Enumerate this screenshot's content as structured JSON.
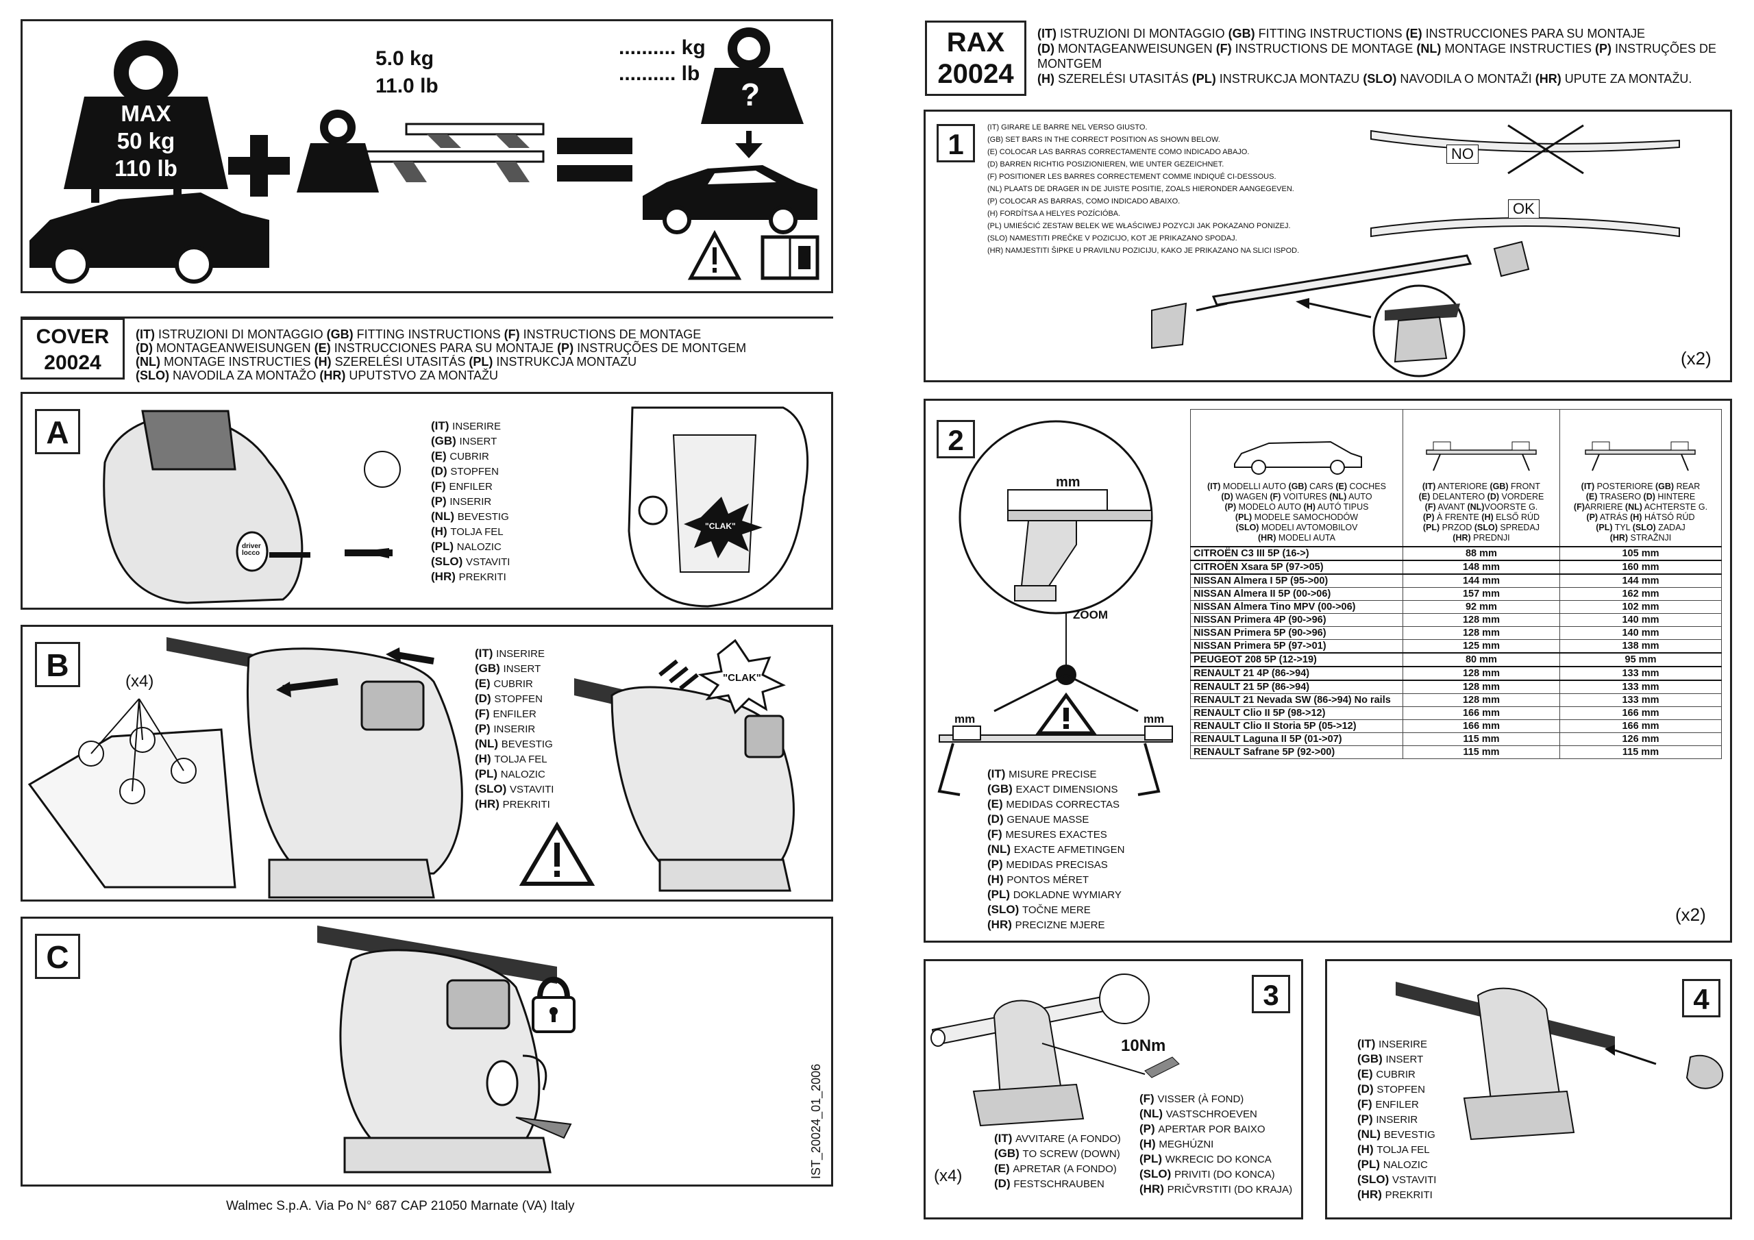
{
  "top_left": {
    "max_weight": [
      "MAX",
      "50 kg",
      "110 lb"
    ],
    "bars_weight": [
      "5.0 kg",
      "11.0 lb"
    ],
    "unknown_weight": [
      ".......... kg",
      ".......... lb"
    ],
    "question_mark": "?"
  },
  "cover": {
    "title_line1": "COVER",
    "title_line2": "20024",
    "instructions": [
      [
        [
          "(IT)",
          " ISTRUZIONI DI MONTAGGIO "
        ],
        [
          "(GB)",
          " FITTING INSTRUCTIONS "
        ],
        [
          "(F)",
          " INSTRUCTIONS DE MONTAGE"
        ]
      ],
      [
        [
          "(D)",
          " MONTAGEANWEISUNGEN "
        ],
        [
          "(E)",
          " INSTRUCCIONES PARA SU MONTAJE "
        ],
        [
          "(P)",
          " INSTRUÇÕES DE MONTGEM"
        ]
      ],
      [
        [
          "(NL)",
          " MONTAGE INSTRUCTIES "
        ],
        [
          "(H)",
          " SZERELÉSI UTASITÁS "
        ],
        [
          "(PL)",
          " INSTRUKCJA MONTAZU"
        ]
      ],
      [
        [
          "(SLO)",
          " NAVODILA ZA MONTAŽO "
        ],
        [
          "(HR)",
          " UPUTSTVO ZA MONTAŽU"
        ]
      ]
    ]
  },
  "rax": {
    "title_line1": "RAX",
    "title_line2": "20024",
    "instructions": [
      [
        [
          "(IT)",
          " ISTRUZIONI DI MONTAGGIO "
        ],
        [
          "(GB)",
          " FITTING INSTRUCTIONS "
        ],
        [
          "(E)",
          " INSTRUCCIONES PARA SU MONTAJE"
        ]
      ],
      [
        [
          "(D)",
          " MONTAGEANWEISUNGEN "
        ],
        [
          "(F)",
          " INSTRUCTIONS DE MONTAGE "
        ],
        [
          "(NL)",
          " MONTAGE INSTRUCTIES "
        ],
        [
          "(P)",
          " INSTRUÇÕES DE MONTGEM"
        ]
      ],
      [
        [
          "(H)",
          " SZERELÉSI UTASITÁS "
        ],
        [
          "(PL)",
          " INSTRUKCJA MONTAZU "
        ],
        [
          "(SLO)",
          " NAVODILA O MONTAŽI "
        ],
        [
          "(HR)",
          " UPUTE ZA MONTAŽU."
        ]
      ]
    ]
  },
  "insert_list": [
    [
      "(IT)",
      "INSERIRE"
    ],
    [
      "(GB)",
      "INSERT"
    ],
    [
      "(E)",
      "CUBRIR"
    ],
    [
      "(D)",
      "STOPFEN"
    ],
    [
      "(F)",
      "ENFILER"
    ],
    [
      "(P)",
      "INSERIR"
    ],
    [
      "(NL)",
      "BEVESTIG"
    ],
    [
      "(H)",
      "TOLJA FEL"
    ],
    [
      "(PL)",
      "NALOZIC"
    ],
    [
      "(SLO)",
      "VSTAVITI"
    ],
    [
      "(HR)",
      "PREKRITI"
    ]
  ],
  "section_a": {
    "letter": "A",
    "clak": "\"CLAK\"",
    "brand": "driver",
    "brand2": "locco"
  },
  "section_b": {
    "letter": "B",
    "count": "(x4)",
    "clak": "\"CLAK\""
  },
  "section_c": {
    "letter": "C",
    "doc_code": "IST_20024_01_2006"
  },
  "footer": "Walmec S.p.A. Via Po N° 687 CAP 21050 Marnate (VA) Italy",
  "step1": {
    "number": "1",
    "instructions": [
      [
        "(IT)",
        "GIRARE LE BARRE NEL VERSO GIUSTO."
      ],
      [
        "(GB)",
        "SET BARS IN THE CORRECT POSITION AS SHOWN BELOW."
      ],
      [
        "(E)",
        "COLOCAR LAS BARRAS CORRECTAMENTE COMO INDICADO ABAJO."
      ],
      [
        "(D)",
        "BARREN RICHTIG POSIZIONIEREN, WIE UNTER GEZEICHNET."
      ],
      [
        "(F)",
        "POSITIONER LES BARRES CORRECTEMENT COMME INDIQUÉ CI-DESSOUS."
      ],
      [
        "(NL)",
        "PLAATS DE DRAGER IN DE JUISTE POSITIE, ZOALS HIERONDER AANGEGEVEN."
      ],
      [
        "(P)",
        "COLOCAR AS BARRAS, COMO INDICADO ABAIXO."
      ],
      [
        "(H)",
        "FORDÍTSA A HELYES POZÍCIÓBA."
      ],
      [
        "(PL)",
        "UMIEŚCIĆ ZESTAW BELEK WE WŁAŚCIWEJ POZYCJI JAK POKAZANO PONIZEJ."
      ],
      [
        "(SLO)",
        "NAMESTITI PREČKE V POZICIJO, KOT JE PRIKAZANO SPODAJ."
      ],
      [
        "(HR)",
        "NAMJESTITI ŠIPKE U PRAVILNU POZICIJU, KAKO JE PRIKAZANO NA SLICI ISPOD."
      ]
    ],
    "no_label": "NO",
    "ok_label": "OK",
    "count": "(x2)"
  },
  "step2": {
    "number": "2",
    "mm_top": "mm",
    "zoom": "ZOOM",
    "mm_left": "mm",
    "mm_right": "mm",
    "count": "(x2)",
    "measure_list": [
      [
        "(IT)",
        "MISURE PRECISE"
      ],
      [
        "(GB)",
        "EXACT DIMENSIONS"
      ],
      [
        "(E)",
        "MEDIDAS CORRECTAS"
      ],
      [
        "(D)",
        "GENAUE MASSE"
      ],
      [
        "(F)",
        "MESURES EXACTES"
      ],
      [
        "(NL)",
        "EXACTE AFMETINGEN"
      ],
      [
        "(P)",
        "MEDIDAS PRECISAS"
      ],
      [
        "(H)",
        "PONTOS MÉRET"
      ],
      [
        "(PL)",
        "DOKLADNE WYMIARY"
      ],
      [
        "(SLO)",
        "TOČNE MERE"
      ],
      [
        "(HR)",
        "PRECIZNE MJERE"
      ]
    ],
    "table_headers": {
      "cars": [
        [
          [
            "(IT)",
            " MODELLI  AUTO "
          ],
          [
            "(GB)",
            " CARS "
          ],
          [
            "(E)",
            " COCHES"
          ]
        ],
        [
          [
            "(D)",
            " WAGEN "
          ],
          [
            "(F)",
            " VOITURES "
          ],
          [
            "(NL)",
            " AUTO"
          ]
        ],
        [
          [
            "(P)",
            " MODELO AUTO "
          ],
          [
            "(H)",
            " AUTÓ TIPUS"
          ]
        ],
        [
          [
            "(PL)",
            " MODELE SAMOCHODÓW"
          ]
        ],
        [
          [
            "(SLO)",
            " MODELI AVTOMOBILOV"
          ]
        ],
        [
          [
            "(HR)",
            " MODELI AUTA"
          ]
        ]
      ],
      "front": [
        [
          [
            "(IT)",
            " ANTERIORE "
          ],
          [
            "(GB)",
            " FRONT"
          ]
        ],
        [
          [
            "(E)",
            " DELANTERO "
          ],
          [
            "(D)",
            " VORDERE"
          ]
        ],
        [
          [
            "(F)",
            " AVANT "
          ],
          [
            "(NL)",
            "VOORSTE G."
          ]
        ],
        [
          [
            "(P)",
            " À FRENTE "
          ],
          [
            "(H)",
            " ELSŐ RÚD"
          ]
        ],
        [
          [
            "(PL)",
            " PRZOD "
          ],
          [
            "(SLO)",
            " SPREDAJ"
          ]
        ],
        [
          [
            "(HR)",
            " PREDNJI"
          ]
        ]
      ],
      "rear": [
        [
          [
            "(IT)",
            " POSTERIORE "
          ],
          [
            "(GB)",
            " REAR"
          ]
        ],
        [
          [
            "(E)",
            " TRASERO "
          ],
          [
            "(D)",
            " HINTERE"
          ]
        ],
        [
          [
            "(F)",
            "ARRIERE "
          ],
          [
            "(NL)",
            " ACHTERSTE G."
          ]
        ],
        [
          [
            "(P)",
            " ATRÁS "
          ],
          [
            "(H)",
            " HÁTSÓ RÚD"
          ]
        ],
        [
          [
            "(PL)",
            " TYL "
          ],
          [
            "(SLO)",
            " ZADAJ"
          ]
        ],
        [
          [
            "(HR)",
            " STRAŽNJI"
          ]
        ]
      ]
    },
    "rows": [
      {
        "model": "CITROËN C3 III 5P (16->)",
        "front": "88 mm",
        "rear": "105 mm"
      },
      {
        "model": "CITROËN Xsara 5P (97->05)",
        "front": "148 mm",
        "rear": "160 mm"
      },
      {
        "model": "NISSAN Almera I 5P (95->00)",
        "front": "144 mm",
        "rear": "144 mm"
      },
      {
        "model": "NISSAN Almera II 5P (00->06)",
        "front": "157 mm",
        "rear": "162 mm"
      },
      {
        "model": "NISSAN Almera Tino MPV (00->06)",
        "front": "92 mm",
        "rear": "102 mm"
      },
      {
        "model": "NISSAN Primera 4P (90->96)",
        "front": "128 mm",
        "rear": "140 mm"
      },
      {
        "model": "NISSAN Primera 5P (90->96)",
        "front": "128 mm",
        "rear": "140 mm"
      },
      {
        "model": "NISSAN Primera 5P (97->01)",
        "front": "125 mm",
        "rear": "138 mm"
      },
      {
        "model": "PEUGEOT 208 5P (12->19)",
        "front": "80 mm",
        "rear": "95 mm"
      },
      {
        "model": "RENAULT 21 4P (86->94)",
        "front": "128 mm",
        "rear": "133 mm"
      },
      {
        "model": "RENAULT 21 5P (86->94)",
        "front": "128 mm",
        "rear": "133 mm"
      },
      {
        "model": "RENAULT 21 Nevada SW (86->94) No rails",
        "front": "128 mm",
        "rear": "133 mm"
      },
      {
        "model": "RENAULT Clio II 5P (98->12)",
        "front": "166 mm",
        "rear": "166 mm"
      },
      {
        "model": "RENAULT Clio II Storia 5P (05->12)",
        "front": "166 mm",
        "rear": "166 mm"
      },
      {
        "model": "RENAULT Laguna II 5P (01->07)",
        "front": "115 mm",
        "rear": "126 mm"
      },
      {
        "model": "RENAULT Safrane 5P (92->00)",
        "front": "115 mm",
        "rear": "115 mm"
      }
    ]
  },
  "step3": {
    "number": "3",
    "torque": "10Nm",
    "count": "(x4)",
    "list_left": [
      [
        "(IT)",
        "AVVITARE (A FONDO)"
      ],
      [
        "(GB)",
        "TO SCREW (DOWN)"
      ],
      [
        "(E)",
        "APRETAR (A FONDO)"
      ],
      [
        "(D)",
        "FESTSCHRAUBEN"
      ]
    ],
    "list_right": [
      [
        "(F)",
        "VISSER (À FOND)"
      ],
      [
        "(NL)",
        "VASTSCHROEVEN"
      ],
      [
        "(P)",
        "APERTAR POR BAIXO"
      ],
      [
        "(H)",
        "MEGHÚZNI"
      ],
      [
        "(PL)",
        "WKRECIC DO KONCA"
      ],
      [
        "(SLO)",
        "PRIVITI (DO KONCA)"
      ],
      [
        "(HR)",
        "PRIČVRSTITI (DO KRAJA)"
      ]
    ]
  },
  "step4": {
    "number": "4"
  },
  "colors": {
    "ink": "#111111",
    "panel_border": "#222222",
    "fill_dark": "#1a1a1a",
    "fill_grey": "#d9d9d9"
  }
}
